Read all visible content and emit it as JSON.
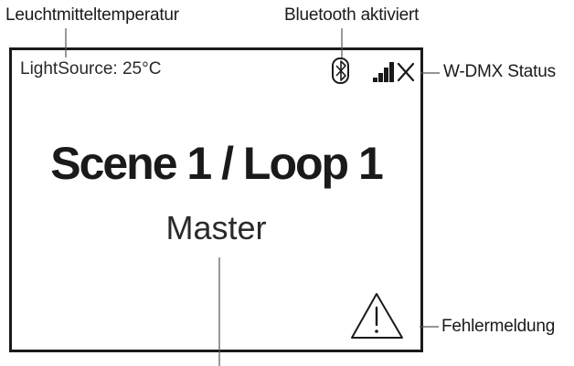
{
  "callouts": {
    "light_source_temperature": "Leuchtmitteltemperatur",
    "bluetooth_enabled": "Bluetooth aktiviert",
    "wdmx_status": "W-DMX Status",
    "error_message": "Fehlermeldung"
  },
  "display": {
    "light_source": "LightSource: 25°C",
    "scene_title": "Scene 1 / Loop 1",
    "mode": "Master"
  },
  "icons": {
    "bluetooth": "bluetooth-icon",
    "signal": "signal-bars-icon",
    "disconnected": "close-icon",
    "warning": "warning-triangle-icon"
  },
  "colors": {
    "ink": "#1a1a1a",
    "background": "#ffffff"
  }
}
